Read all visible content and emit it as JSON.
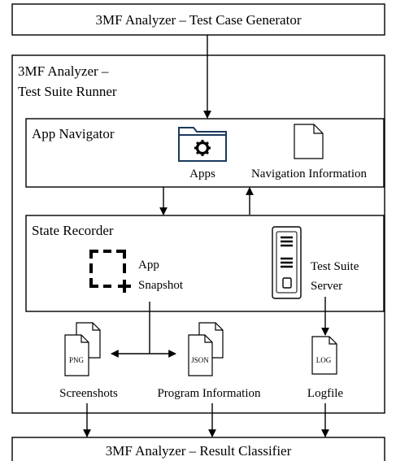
{
  "generator": {
    "title": "3MF Analyzer – Test Case Generator"
  },
  "runner": {
    "title_line1": "3MF Analyzer –",
    "title_line2": "Test Suite Runner"
  },
  "navigator": {
    "title": "App Navigator",
    "apps_label": "Apps",
    "nav_info_label": "Navigation Information",
    "apps_icon": "folder-gear-icon",
    "nav_info_icon": "document-icon"
  },
  "recorder": {
    "title": "State Recorder",
    "snapshot_line1": "App",
    "snapshot_line2": "Snapshot",
    "server_line1": "Test Suite",
    "server_line2": "Server",
    "snapshot_icon": "selection-plus-icon",
    "server_icon": "server-tower-icon"
  },
  "outputs": {
    "screenshots": {
      "label": "Screenshots",
      "badge": "PNG",
      "icon": "stacked-files-icon"
    },
    "program_info": {
      "label": "Program Information",
      "badge": "JSON",
      "icon": "stacked-files-icon"
    },
    "logfile": {
      "label": "Logfile",
      "badge": "LOG",
      "icon": "file-icon"
    }
  },
  "classifier": {
    "title": "3MF Analyzer – Result Classifier"
  },
  "colors": {
    "accent": "#1b3a5c",
    "stroke": "#000000"
  }
}
